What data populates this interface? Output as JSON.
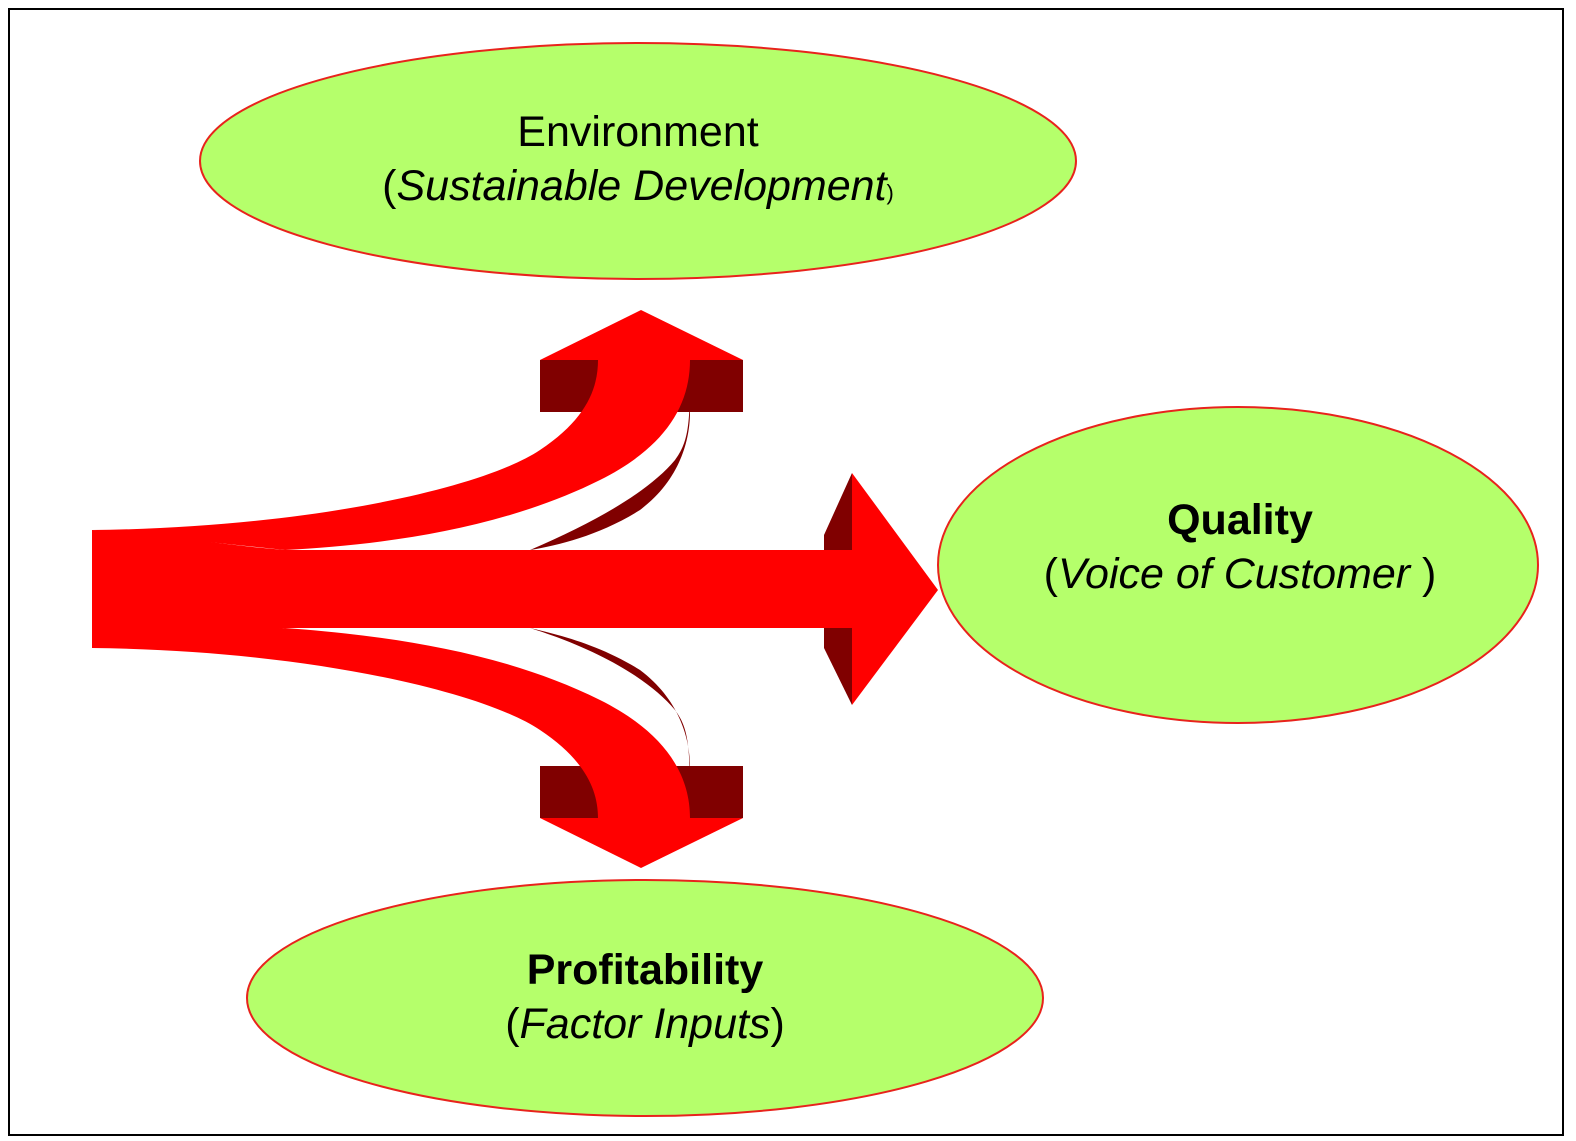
{
  "nodes": {
    "environment": {
      "title": "Environment",
      "open_paren": "(",
      "subtitle": "Sustainable Development",
      "close_paren": ")"
    },
    "quality": {
      "title": "Quality",
      "open_paren": "(",
      "subtitle": "Voice of Customer",
      "close_paren": " )"
    },
    "profitability": {
      "title": "Profitability",
      "open_paren": "(",
      "subtitle": "Factor Inputs",
      "close_paren": ")"
    }
  },
  "colors": {
    "ellipse_fill": "#b5ff6b",
    "ellipse_stroke": "#e8231c",
    "arrow_fill": "#ff0000",
    "arrow_shadow": "#800000"
  }
}
